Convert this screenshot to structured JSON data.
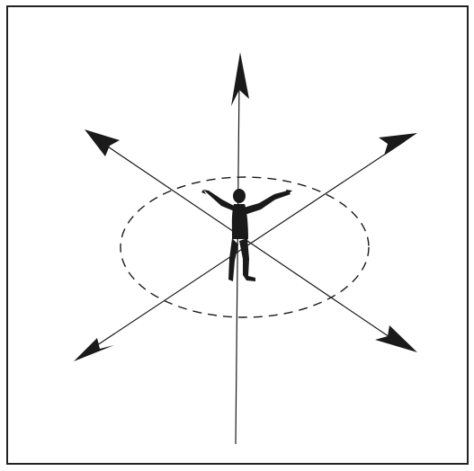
{
  "diagram": {
    "elements": [
      "upward-arrow",
      "upper-left-arrow",
      "upper-right-arrow",
      "lower-left-arrow",
      "lower-right-arrow",
      "dashed-ellipse",
      "human-figure"
    ],
    "colors": {
      "background": "#ffffff",
      "frame": "#222222",
      "ink": "#1a1a1a"
    }
  }
}
